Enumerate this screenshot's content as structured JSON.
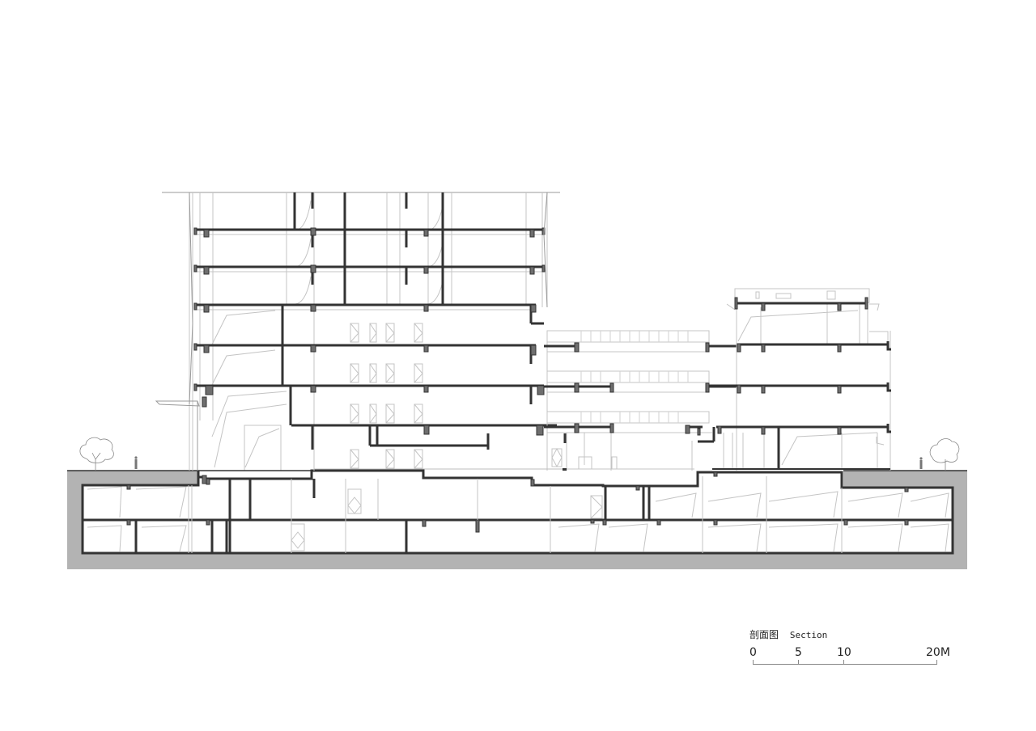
{
  "drawing": {
    "type": "architectural-section",
    "colors": {
      "background": "#ffffff",
      "cut_line": "#333333",
      "projection_line": "#bdbdbd",
      "earth_fill": "#b3b3b3",
      "column_fill": "#6e6e6e"
    }
  },
  "legend": {
    "title_cn": "剖面图",
    "title_en": "Section",
    "scale_labels": [
      "0",
      "5",
      "10",
      "20M"
    ]
  }
}
